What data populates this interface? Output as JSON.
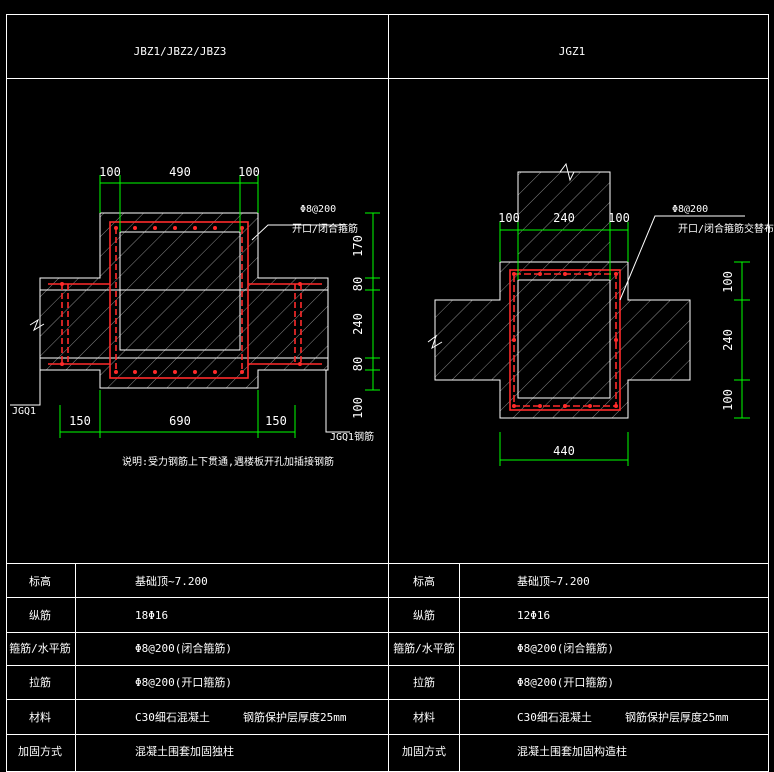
{
  "titles": {
    "left": "JBZ1/JBZ2/JBZ3",
    "right": "JGZ1"
  },
  "left_detail": {
    "dims_top": [
      "100",
      "490",
      "100"
    ],
    "dims_right": [
      "170",
      "80",
      "240",
      "80",
      "100"
    ],
    "dims_bottom": [
      "150",
      "690",
      "150"
    ],
    "stirrup_note": "Φ8@200",
    "stirrup_note2": "开口/闭合箍筋",
    "label_jgq1": "JGQ1",
    "label_jgq1_rebar": "JGQ1钢筋",
    "remark": "说明:受力钢筋上下贯通,遇楼板开孔加插接钢筋"
  },
  "right_detail": {
    "dims_top": [
      "100",
      "240",
      "100"
    ],
    "dims_right": [
      "100",
      "240",
      "100"
    ],
    "dim_bottom": "440",
    "stirrup_note": "Φ8@200",
    "stirrup_note2": "开口/闭合箍筋交替布置"
  },
  "table": {
    "rows": [
      {
        "label": "标高",
        "left": "基础顶~7.200",
        "right_label": "标高",
        "right": "基础顶~7.200"
      },
      {
        "label": "纵筋",
        "left": "18Φ16",
        "right_label": "纵筋",
        "right": "12Φ16"
      },
      {
        "label": "箍筋/水平筋",
        "left": "Φ8@200(闭合箍筋)",
        "right_label": "箍筋/水平筋",
        "right": "Φ8@200(闭合箍筋)"
      },
      {
        "label": "拉筋",
        "left": "Φ8@200(开口箍筋)",
        "right_label": "拉筋",
        "right": "Φ8@200(开口箍筋)"
      },
      {
        "label": "材料",
        "left": "C30细石混凝土     钢筋保护层厚度25mm",
        "right_label": "材料",
        "right": "C30细石混凝土     钢筋保护层厚度25mm"
      },
      {
        "label": "加固方式",
        "left": "混凝土围套加固独柱",
        "right_label": "加固方式",
        "right": "混凝土围套加固构造柱"
      }
    ]
  },
  "colors": {
    "background": "#000000",
    "line": "#ffffff",
    "dimension": "#00ff00",
    "rebar": "#ff2a2a",
    "hatch": "#8a8a8a"
  }
}
